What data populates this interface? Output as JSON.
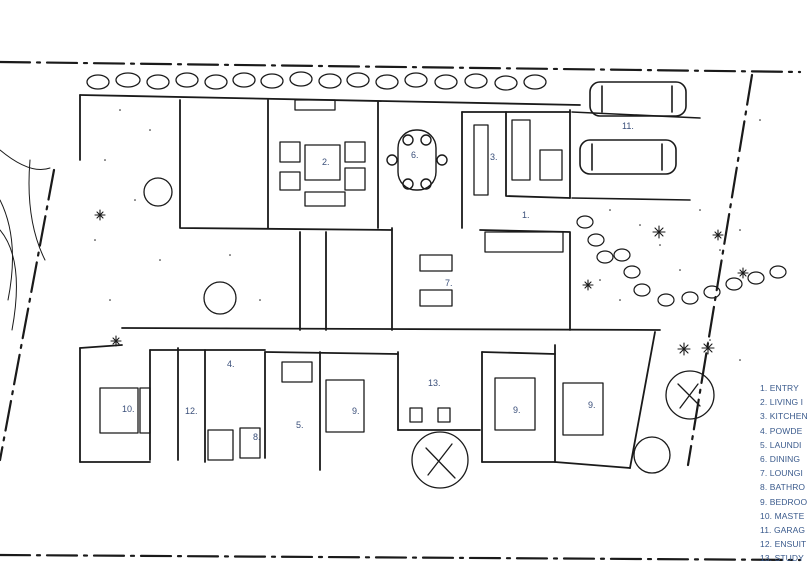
{
  "legend": [
    "1. ENTRY",
    "2. LIVING I",
    "3. KITCHEN",
    "4. POWDE",
    "5. LAUNDI",
    "6. DINING",
    "7. LOUNGI",
    "8. BATHRO",
    "9. BEDROO",
    "10. MASTE",
    "11. GARAG",
    "12. ENSUIT",
    "13. STUDY"
  ],
  "room_labels": {
    "entry": "1.",
    "living": "2.",
    "kitchen": "3.",
    "powder": "4.",
    "laundry": "5.",
    "dining": "6.",
    "lounge": "7.",
    "bathroom": "8.",
    "bedroom_a": "9.",
    "bedroom_b": "9.",
    "bedroom_c": "9.",
    "master": "10.",
    "garage": "11.",
    "ensuite": "12.",
    "study": "13."
  },
  "colors": {
    "ink": "#1a1a1a",
    "label": "#3a5a8c"
  }
}
